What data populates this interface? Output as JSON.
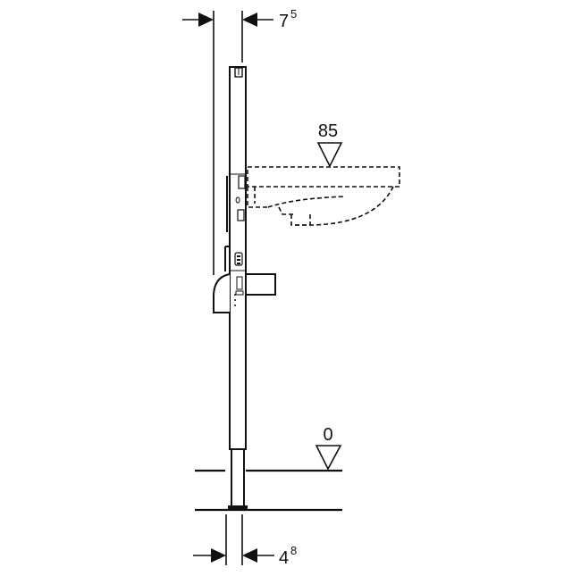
{
  "diagram": {
    "type": "technical-installation-drawing",
    "subject": "Sink mounting frame (side elevation)",
    "dimensions": {
      "top_width": {
        "base": "7",
        "sup": "5"
      },
      "bottom_width": {
        "base": "4",
        "sup": "8"
      }
    },
    "height_markers": {
      "sink_rim": "85",
      "floor": "0"
    },
    "colors": {
      "line": "#111111",
      "background": "#ffffff"
    }
  }
}
